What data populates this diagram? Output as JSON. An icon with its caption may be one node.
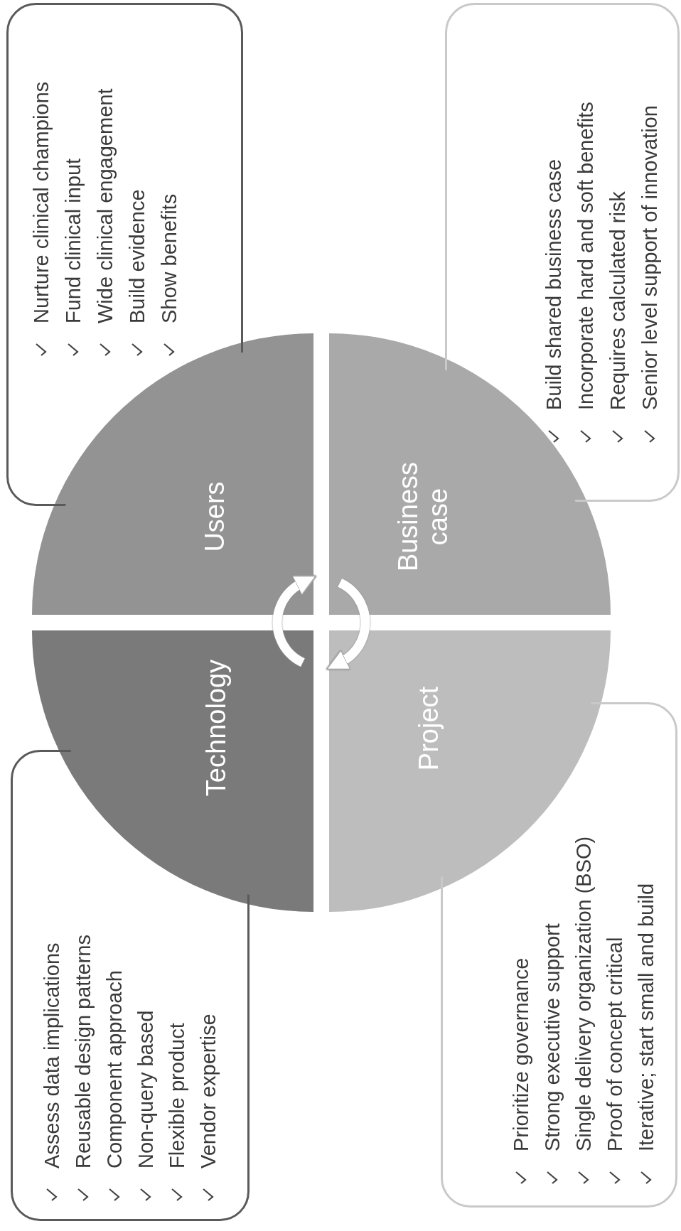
{
  "diagram": {
    "nodes": [
      {
        "text": [
          "Assess data implications",
          "Reusable design patterns",
          "Component approach",
          "Non-query based",
          "Flexible product",
          "Vendor expertise"
        ]
      },
      {
        "text": [
          "Technology"
        ]
      },
      {
        "text": [
          "Users"
        ]
      },
      {
        "text": [
          "Nurture clinical champions",
          "Fund clinical input",
          "Wide clinical engagement",
          "Build evidence",
          "Show benefits"
        ]
      },
      {
        "text": [
          "Prioritize governance",
          "Strong executive support",
          "Single delivery organization (BSO)",
          "Proof of concept critical",
          "Iterative; start small and build"
        ]
      },
      {
        "text": [
          "Project"
        ]
      },
      {
        "text": [
          "Business case"
        ]
      },
      {
        "text": [
          "Build shared business case",
          "Incorporate hard and soft benefits",
          "Requires calculated risk",
          "Senior level support of innovation"
        ]
      }
    ],
    "edges": [
      {
        "from": 1,
        "to": 2,
        "arrow": "to"
      },
      {
        "from": 6,
        "to": 5,
        "arrow": "to"
      }
    ]
  }
}
